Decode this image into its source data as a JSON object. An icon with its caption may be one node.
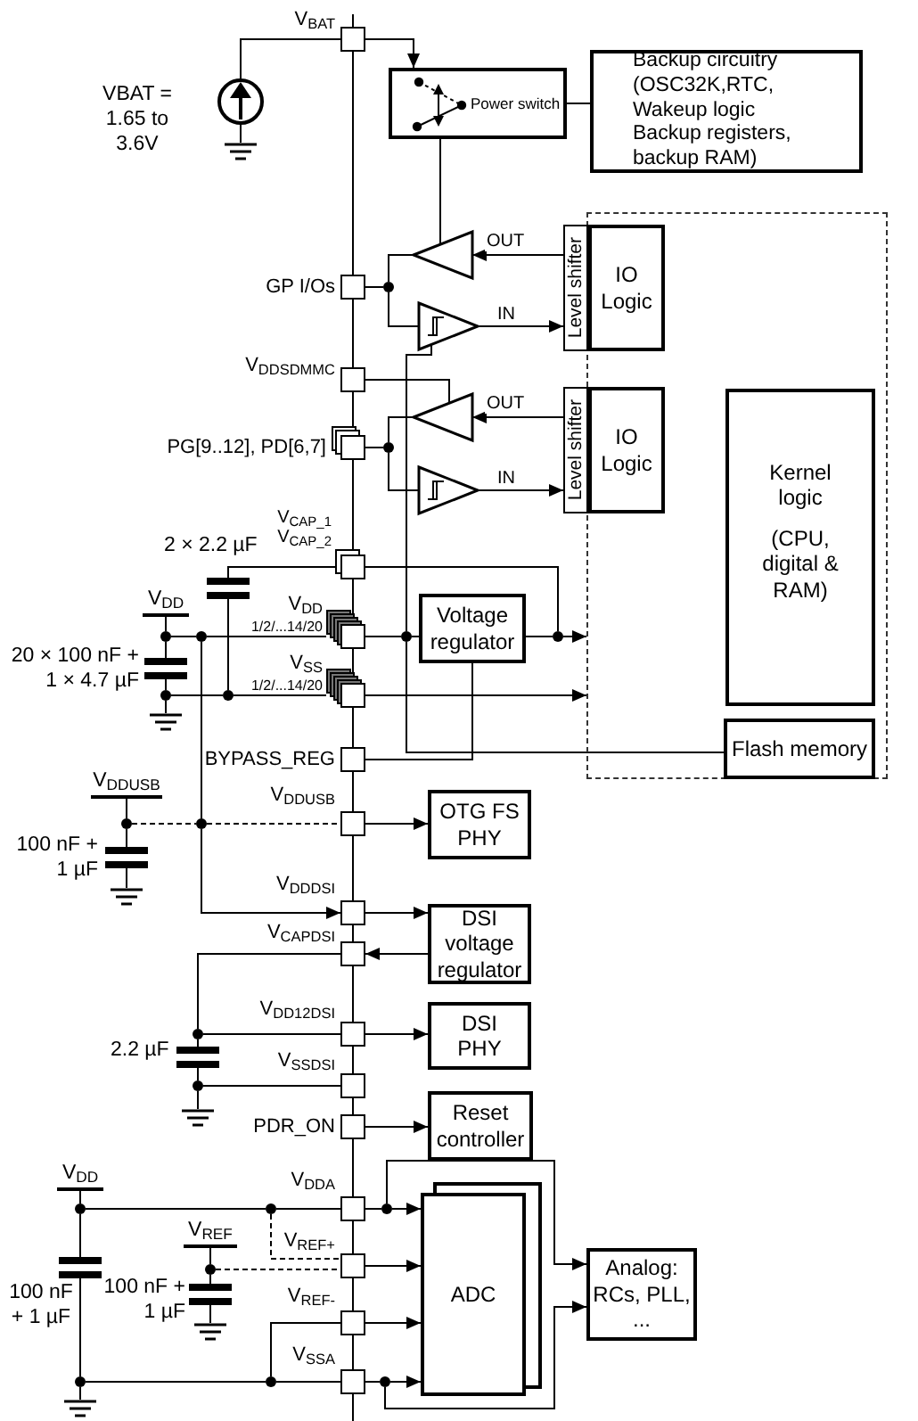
{
  "diagram": {
    "nodes": [
      {
        "text": [],
        "shape": "box",
        "beside": [
          "V$_{BAT}$"
        ]
      },
      {
        "text": [
          "Power switch"
        ]
      },
      {
        "text": [
          "Backup circuitry (OSC32K,RTC, Wakeup logic Backup registers, backup RAM)"
        ]
      },
      {
        "text": [],
        "shape": "box"
      },
      {
        "text": [],
        "shape": "box",
        "beside": [
          "GP I/Os"
        ]
      },
      {
        "text": [],
        "shape": "triangle"
      },
      {
        "text": [],
        "shape": "triangle"
      },
      {
        "text": [
          "Level shifter"
        ]
      },
      {
        "text": [
          "IO Logic"
        ],
        "in": 3
      },
      {
        "text": [],
        "shape": "box",
        "beside": [
          "V$_{DDSDMMC}$"
        ]
      },
      {
        "text": [],
        "shape": "box",
        "beside": [
          "PG[9..12], PD[6,7]"
        ]
      },
      {
        "text": [],
        "shape": "triangle"
      },
      {
        "text": [],
        "shape": "triangle"
      },
      {
        "text": [
          "Level shifter"
        ]
      },
      {
        "text": [
          "IO Logic"
        ],
        "in": 3
      },
      {
        "text": [
          "Kernel logic",
          "(CPU, digital & RAM)"
        ],
        "in": 3
      },
      {
        "text": [],
        "shape": "box",
        "beside": [
          "V$_{CAP_1}$",
          "V$_{CAP_2}$"
        ]
      },
      {
        "text": [],
        "shape": "box",
        "beside": [
          "V$_{DD}$",
          "1/2/...14/20"
        ]
      },
      {
        "text": [
          "Voltage regulator"
        ]
      },
      {
        "text": [],
        "shape": "box",
        "beside": [
          "V$_{SS}$",
          "1/2/...14/20"
        ]
      },
      {
        "text": [],
        "shape": "box",
        "beside": [
          "BYPASS_REG"
        ]
      },
      {
        "text": [
          "Flash memory"
        ],
        "in": 3
      },
      {
        "text": [],
        "shape": "box",
        "beside": [
          "V$_{DDUSB}$"
        ]
      },
      {
        "text": [
          "OTG FS PHY"
        ]
      },
      {
        "text": [],
        "shape": "box",
        "beside": [
          "V$_{DDDSI}$"
        ]
      },
      {
        "text": [
          "DSI voltage regulator"
        ]
      },
      {
        "text": [],
        "shape": "box",
        "beside": [
          "V$_{CAPDSI}$"
        ]
      },
      {
        "text": [],
        "shape": "box",
        "beside": [
          "V$_{DD12DSI}$"
        ]
      },
      {
        "text": [
          "DSI PHY"
        ]
      },
      {
        "text": [],
        "shape": "box",
        "beside": [
          "V$_{SSDSI}$"
        ]
      },
      {
        "text": [],
        "shape": "box",
        "beside": [
          "PDR_ON"
        ]
      },
      {
        "text": [
          "Reset controller"
        ]
      },
      {
        "text": [],
        "shape": "box",
        "beside": [
          "V$_{DDA}$"
        ]
      },
      {
        "text": [
          "ADC"
        ]
      },
      {
        "text": [],
        "shape": "box",
        "beside": [
          "V$_{REF+}$"
        ]
      },
      {
        "text": [
          "Analog: RCs, PLL, ..."
        ]
      },
      {
        "text": [],
        "shape": "box",
        "beside": [
          "V$_{REF-}$"
        ]
      },
      {
        "text": [],
        "shape": "box",
        "beside": [
          "V$_{SSA}$"
        ]
      },
      {
        "text": [],
        "shape": "circle",
        "beside": [
          "VBAT = 1.65 to 3.6V"
        ]
      },
      {
        "text": [],
        "shape": "ground"
      },
      {
        "text": [
          "V$_{DD}$"
        ]
      },
      {
        "text": [],
        "shape": "dot"
      },
      {
        "text": [],
        "shape": "dot"
      },
      {
        "text": [],
        "shape": "capacitor",
        "beside": [
          "2 × 2.2 µF"
        ]
      },
      {
        "text": [],
        "shape": "capacitor",
        "beside": [
          "20 × 100 nF + 1 × 4.7 µF"
        ]
      },
      {
        "text": [],
        "shape": "dot"
      },
      {
        "text": [],
        "shape": "dot"
      },
      {
        "text": [],
        "shape": "ground"
      },
      {
        "text": [
          "V$_{DDUSB}$"
        ]
      },
      {
        "text": [],
        "shape": "dot"
      },
      {
        "text": [],
        "shape": "dot"
      },
      {
        "text": [],
        "shape": "capacitor",
        "beside": [
          "100 nF + 1 µF"
        ]
      },
      {
        "text": [],
        "shape": "ground"
      },
      {
        "text": [],
        "shape": "dot"
      },
      {
        "text": [],
        "shape": "capacitor",
        "beside": [
          "2.2 µF"
        ]
      },
      {
        "text": [],
        "shape": "dot"
      },
      {
        "text": [],
        "shape": "ground"
      },
      {
        "text": [
          "V$_{DD}$"
        ]
      },
      {
        "text": [],
        "shape": "dot"
      },
      {
        "text": [],
        "shape": "dot"
      },
      {
        "text": [
          "V$_{REF}$"
        ]
      },
      {
        "text": [],
        "shape": "dot"
      },
      {
        "text": [],
        "shape": "capacitor",
        "beside": [
          "100 nF + 1 µF"
        ]
      },
      {
        "text": [],
        "shape": "capacitor",
        "beside": [
          "100 nF + 1 µF"
        ]
      },
      {
        "text": [],
        "shape": "ground"
      },
      {
        "text": [],
        "shape": "dot"
      },
      {
        "text": [],
        "shape": "dot"
      },
      {
        "text": [],
        "shape": "ground"
      },
      {
        "text": [],
        "shape": "dot"
      },
      {
        "text": [],
        "shape": "dot"
      },
      {
        "text": [],
        "shape": "dot"
      },
      {
        "text": [],
        "shape": "dot"
      },
      {
        "text": [],
        "shape": "dot"
      },
      {
        "text": [],
        "shape": "dot"
      }
    ],
    "edges": [
      {
        "from": 0,
        "to": 1,
        "arrow": "to"
      },
      {
        "from": 1,
        "to": 2,
        "arrow": "none"
      },
      {
        "from": 1,
        "to": 5,
        "arrow": "none"
      },
      {
        "from": 7,
        "to": 5,
        "arrow": "to",
        "label": "OUT"
      },
      {
        "from": 5,
        "to": 68,
        "arrow": "none"
      },
      {
        "from": 68,
        "to": 4,
        "arrow": "none"
      },
      {
        "from": 68,
        "to": 6,
        "arrow": "none"
      },
      {
        "from": 6,
        "to": 7,
        "arrow": "to",
        "label": "IN"
      },
      {
        "from": 9,
        "to": 11,
        "arrow": "none"
      },
      {
        "from": 13,
        "to": 11,
        "arrow": "to",
        "label": "OUT"
      },
      {
        "from": 11,
        "to": 69,
        "arrow": "none"
      },
      {
        "from": 69,
        "to": 10,
        "arrow": "none"
      },
      {
        "from": 69,
        "to": 12,
        "arrow": "none"
      },
      {
        "from": 12,
        "to": 13,
        "arrow": "to",
        "label": "IN"
      },
      {
        "from": 16,
        "to": 71,
        "arrow": "none"
      },
      {
        "from": 17,
        "to": 70,
        "arrow": "none"
      },
      {
        "from": 70,
        "to": 18,
        "arrow": "none"
      },
      {
        "from": 70,
        "to": 6,
        "arrow": "none"
      },
      {
        "from": 70,
        "to": 21,
        "arrow": "none"
      },
      {
        "from": 18,
        "to": 71,
        "arrow": "none"
      },
      {
        "from": 71,
        "to": 3,
        "arrow": "to"
      },
      {
        "from": 19,
        "to": 3,
        "arrow": "to"
      },
      {
        "from": 20,
        "to": 18,
        "arrow": "none"
      },
      {
        "from": 22,
        "to": 23,
        "arrow": "to"
      },
      {
        "from": 24,
        "to": 25,
        "arrow": "to"
      },
      {
        "from": 25,
        "to": 26,
        "arrow": "to"
      },
      {
        "from": 27,
        "to": 28,
        "arrow": "to"
      },
      {
        "from": 30,
        "to": 31,
        "arrow": "to"
      },
      {
        "from": 32,
        "to": 72,
        "arrow": "none"
      },
      {
        "from": 72,
        "to": 33,
        "arrow": "to"
      },
      {
        "from": 72,
        "to": 35,
        "arrow": "to"
      },
      {
        "from": 34,
        "to": 33,
        "arrow": "to"
      },
      {
        "from": 36,
        "to": 33,
        "arrow": "to"
      },
      {
        "from": 37,
        "to": 73,
        "arrow": "none"
      },
      {
        "from": 73,
        "to": 33,
        "arrow": "to"
      },
      {
        "from": 73,
        "to": 35,
        "arrow": "to"
      },
      {
        "from": 38,
        "to": 0,
        "arrow": "none"
      },
      {
        "from": 38,
        "to": 39,
        "arrow": "none"
      },
      {
        "from": 40,
        "to": 41,
        "arrow": "none"
      },
      {
        "from": 41,
        "to": 42,
        "arrow": "none"
      },
      {
        "from": 42,
        "to": 17,
        "arrow": "none"
      },
      {
        "from": 41,
        "to": 44,
        "arrow": "none"
      },
      {
        "from": 43,
        "to": 16,
        "arrow": "none"
      },
      {
        "from": 43,
        "to": 46,
        "arrow": "none"
      },
      {
        "from": 44,
        "to": 45,
        "arrow": "none"
      },
      {
        "from": 45,
        "to": 46,
        "arrow": "none"
      },
      {
        "from": 46,
        "to": 19,
        "arrow": "none"
      },
      {
        "from": 45,
        "to": 47,
        "arrow": "none"
      },
      {
        "from": 42,
        "to": 50,
        "arrow": "none"
      },
      {
        "from": 50,
        "to": 24,
        "arrow": "to"
      },
      {
        "from": 48,
        "to": 49,
        "arrow": "none"
      },
      {
        "from": 49,
        "to": 50,
        "arrow": "none",
        "style": "dashed"
      },
      {
        "from": 50,
        "to": 22,
        "arrow": "none",
        "style": "dashed"
      },
      {
        "from": 49,
        "to": 51,
        "arrow": "none"
      },
      {
        "from": 51,
        "to": 52,
        "arrow": "none"
      },
      {
        "from": 26,
        "to": 53,
        "arrow": "none"
      },
      {
        "from": 53,
        "to": 27,
        "arrow": "none"
      },
      {
        "from": 53,
        "to": 54,
        "arrow": "none"
      },
      {
        "from": 54,
        "to": 55,
        "arrow": "none"
      },
      {
        "from": 55,
        "to": 29,
        "arrow": "none"
      },
      {
        "from": 55,
        "to": 56,
        "arrow": "none"
      },
      {
        "from": 57,
        "to": 58,
        "arrow": "none"
      },
      {
        "from": 58,
        "to": 59,
        "arrow": "none"
      },
      {
        "from": 59,
        "to": 32,
        "arrow": "none"
      },
      {
        "from": 59,
        "to": 34,
        "arrow": "none",
        "style": "dashed"
      },
      {
        "from": 60,
        "to": 61,
        "arrow": "none"
      },
      {
        "from": 61,
        "to": 34,
        "arrow": "none",
        "style": "dashed"
      },
      {
        "from": 61,
        "to": 63,
        "arrow": "none"
      },
      {
        "from": 63,
        "to": 64,
        "arrow": "none"
      },
      {
        "from": 58,
        "to": 62,
        "arrow": "none"
      },
      {
        "from": 62,
        "to": 65,
        "arrow": "none"
      },
      {
        "from": 65,
        "to": 66,
        "arrow": "none"
      },
      {
        "from": 66,
        "to": 37,
        "arrow": "none"
      },
      {
        "from": 66,
        "to": 36,
        "arrow": "none"
      },
      {
        "from": 65,
        "to": 67,
        "arrow": "none"
      }
    ]
  }
}
